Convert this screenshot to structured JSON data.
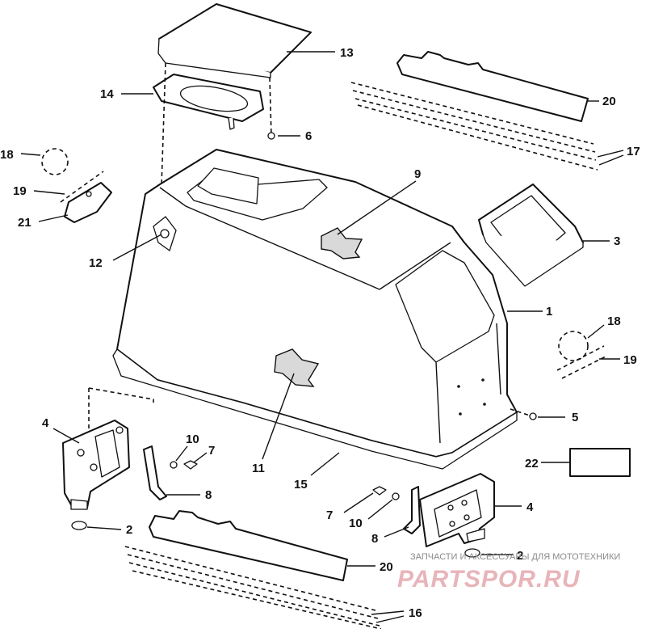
{
  "callouts": {
    "c1": "1",
    "c2a": "2",
    "c2b": "2",
    "c3": "3",
    "c4a": "4",
    "c4b": "4",
    "c5": "5",
    "c6": "6",
    "c7a": "7",
    "c7b": "7",
    "c8a": "8",
    "c8b": "8",
    "c9": "9",
    "c10a": "10",
    "c10b": "10",
    "c11": "11",
    "c12": "12",
    "c13": "13",
    "c14": "14",
    "c15": "15",
    "c16": "16",
    "c17": "17",
    "c18a": "18",
    "c18b": "18",
    "c19a": "19",
    "c19b": "19",
    "c20a": "20",
    "c20b": "20",
    "c21": "21",
    "c22": "22"
  },
  "watermark": {
    "tagline": "ЗАПЧАСТИ И АКСЕССУАРЫ ДЛЯ МОТОТЕХНИКИ",
    "brand": "PARTSPOR.RU"
  },
  "colors": {
    "line": "#111111",
    "background": "#ffffff",
    "watermark_brand": "#e8b4ba",
    "watermark_text": "#8a8a8a"
  }
}
